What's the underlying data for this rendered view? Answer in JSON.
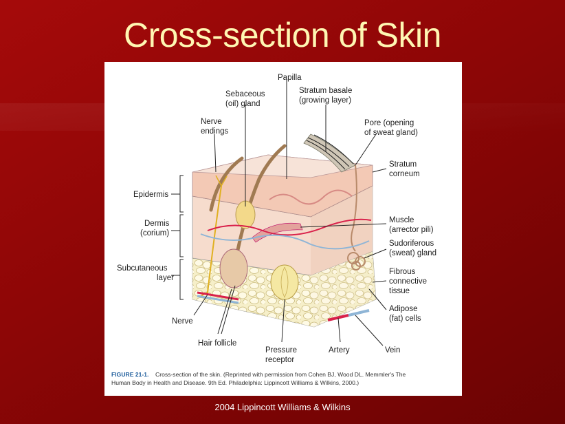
{
  "slide": {
    "title": "Cross-section of Skin",
    "footer": "2004 Lippincott Williams & Wilkins"
  },
  "figure": {
    "labels": {
      "papilla": "Papilla",
      "sebaceous_1": "Sebaceous",
      "sebaceous_2": "(oil) gland",
      "basale_1": "Stratum basale",
      "basale_2": "(growing layer)",
      "nerve_endings_1": "Nerve",
      "nerve_endings_2": "endings",
      "pore_1": "Pore (opening",
      "pore_2": "of sweat gland)",
      "corneum_1": "Stratum",
      "corneum_2": "corneum",
      "epidermis": "Epidermis",
      "dermis_1": "Dermis",
      "dermis_2": "(corium)",
      "subcutaneous_1": "Subcutaneous",
      "subcutaneous_2": "layer",
      "muscle_1": "Muscle",
      "muscle_2": "(arrector pili)",
      "sudoriferous_1": "Sudoriferous",
      "sudoriferous_2": "(sweat) gland",
      "fibrous_1": "Fibrous",
      "fibrous_2": "connective",
      "fibrous_3": "tissue",
      "adipose_1": "Adipose",
      "adipose_2": "(fat) cells",
      "nerve": "Nerve",
      "hair_follicle": "Hair follicle",
      "pressure_1": "Pressure",
      "pressure_2": "receptor",
      "artery": "Artery",
      "vein": "Vein"
    },
    "caption": {
      "label": "FIGURE 21-1.",
      "line1": "Cross-section of the skin. (Reprinted with permission from Cohen BJ, Wood DL. Memmler's The",
      "line2": "Human Body in Health and Disease. 9th Ed. Philadelphia: Lippincott Williams & Wilkins, 2000.)"
    }
  },
  "colors": {
    "background": "#8d0606",
    "title": "#fff7b3",
    "epidermis": "#f3c9b5",
    "dermis": "#f6dccd",
    "fat": "#f4efc4",
    "artery": "#d9204a",
    "vein": "#8fb5d6",
    "nerve": "#e0b020"
  }
}
